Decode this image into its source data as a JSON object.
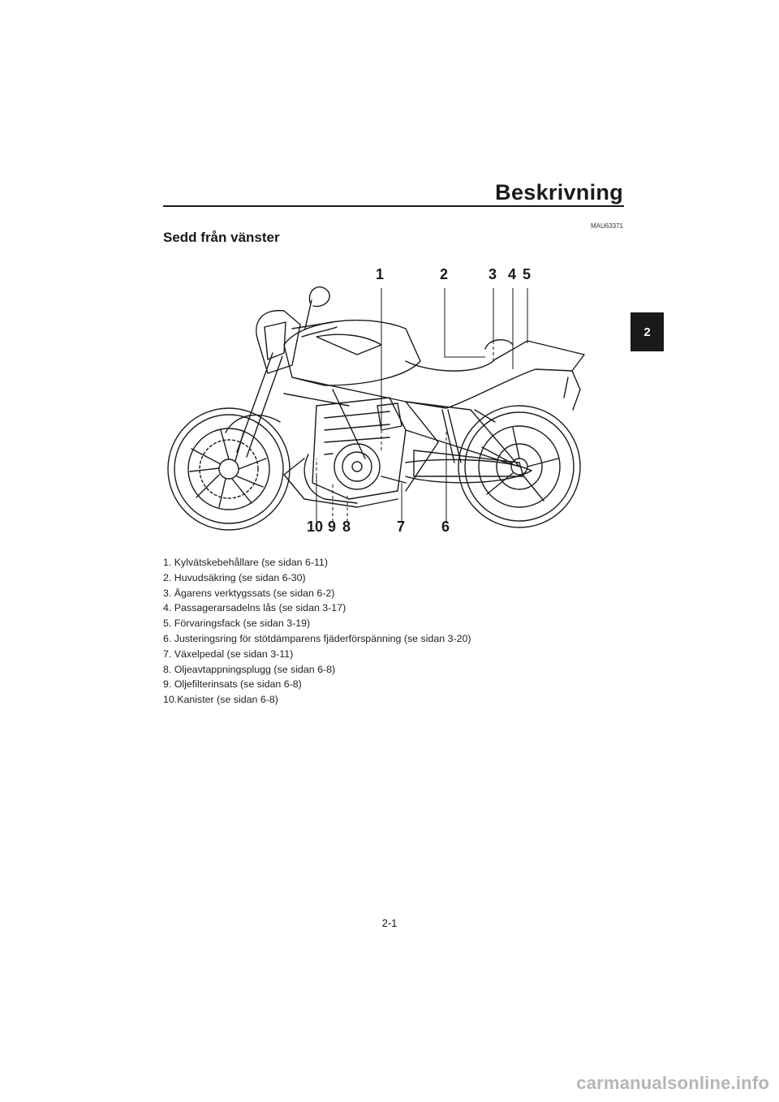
{
  "header": {
    "title": "Beskrivning",
    "chapter_tab": "2"
  },
  "section": {
    "ref_code": "MAU63371",
    "heading": "Sedd från vänster"
  },
  "figure": {
    "callouts_top": [
      "1",
      "2",
      "3",
      "4",
      "5"
    ],
    "callouts_bottom": [
      "10",
      "9",
      "8",
      "7",
      "6"
    ]
  },
  "legend": [
    "1. Kylvätskebehållare (se sidan 6-11)",
    "2. Huvudsäkring (se sidan 6-30)",
    "3. Ägarens verktygssats (se sidan 6-2)",
    "4. Passagerarsadelns lås (se sidan 3-17)",
    "5. Förvaringsfack (se sidan 3-19)",
    "6. Justeringsring för stötdämparens fjäderförspänning (se sidan 3-20)",
    "7. Växelpedal (se sidan 3-11)",
    "8. Oljeavtappningsplugg (se sidan 6-8)",
    "9. Oljefilterinsats (se sidan 6-8)",
    "10.Kanister (se sidan 6-8)"
  ],
  "footer": {
    "page_number": "2-1"
  },
  "watermark": "carmanualsonline.info"
}
